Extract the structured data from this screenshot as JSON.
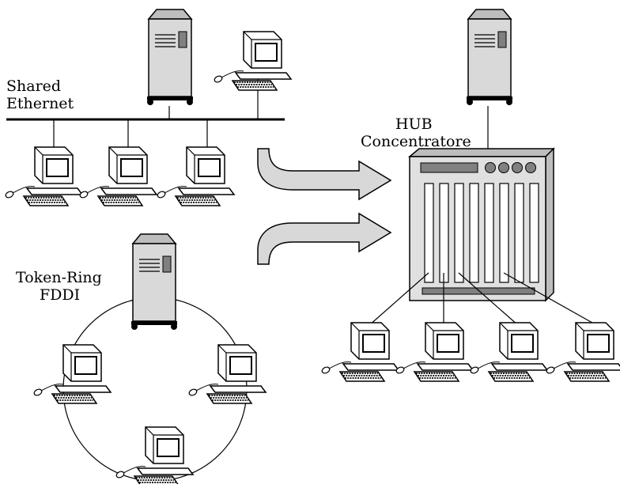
{
  "labels": {
    "shared_ethernet_line1": "Shared",
    "shared_ethernet_line2": "Ethernet",
    "hub_line1": "HUB",
    "hub_line2": "Concentratore",
    "token_ring_line1": "Token-Ring",
    "token_ring_line2": "FDDI"
  },
  "colors": {
    "stroke": "#000000",
    "server_fill": "#d9d9d9",
    "server_top": "#bdbdbd",
    "monitor_screen": "#ffffff",
    "arrow_fill": "#d8d8d8",
    "hub_fill": "#e0e0e0",
    "hub_dark": "#808080"
  },
  "icons": [
    "server-icon",
    "workstation-icon",
    "hub-icon",
    "arrow-icon"
  ]
}
